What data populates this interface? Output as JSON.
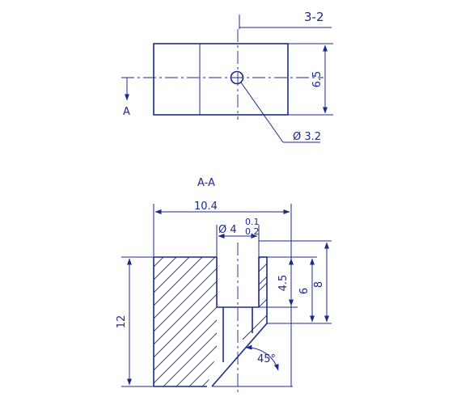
{
  "drawing_number": "3-2",
  "view_marker": "A",
  "section_title": "A-A",
  "dimensions": {
    "height_top": "6.5",
    "hole_dia": "Ø 3.2",
    "width": "10.4",
    "bore_prefix": "Ø 4",
    "bore_tol_upper": "0.1",
    "bore_tol_lower": "0.2",
    "bore_depth": "4.5",
    "depth_6": "6",
    "depth_8": "8",
    "height": "12",
    "angle": "45°"
  },
  "colors": {
    "ink": "#1c2a8a",
    "paper": "#ffffff"
  }
}
